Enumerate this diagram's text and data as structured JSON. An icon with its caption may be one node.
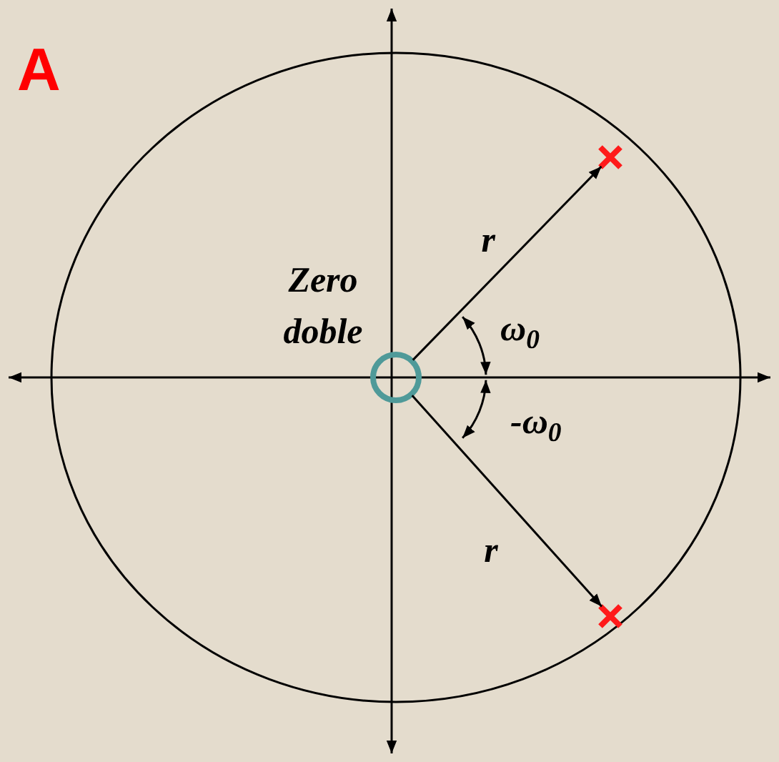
{
  "diagram": {
    "nodes": [
      {
        "text": [],
        "shape": "circle",
        "beside": [
          "Zero doble"
        ]
      },
      {
        "text": [],
        "shape": "cross"
      },
      {
        "text": [],
        "shape": "cross"
      }
    ],
    "edges": [
      {
        "from": 0,
        "to": 1,
        "arrow": "to",
        "label": "r"
      },
      {
        "from": 0,
        "to": 2,
        "arrow": "to",
        "label": "r"
      }
    ],
    "labels": [
      "A",
      "ω$_{0}$",
      "-ω$_{0}$"
    ]
  }
}
